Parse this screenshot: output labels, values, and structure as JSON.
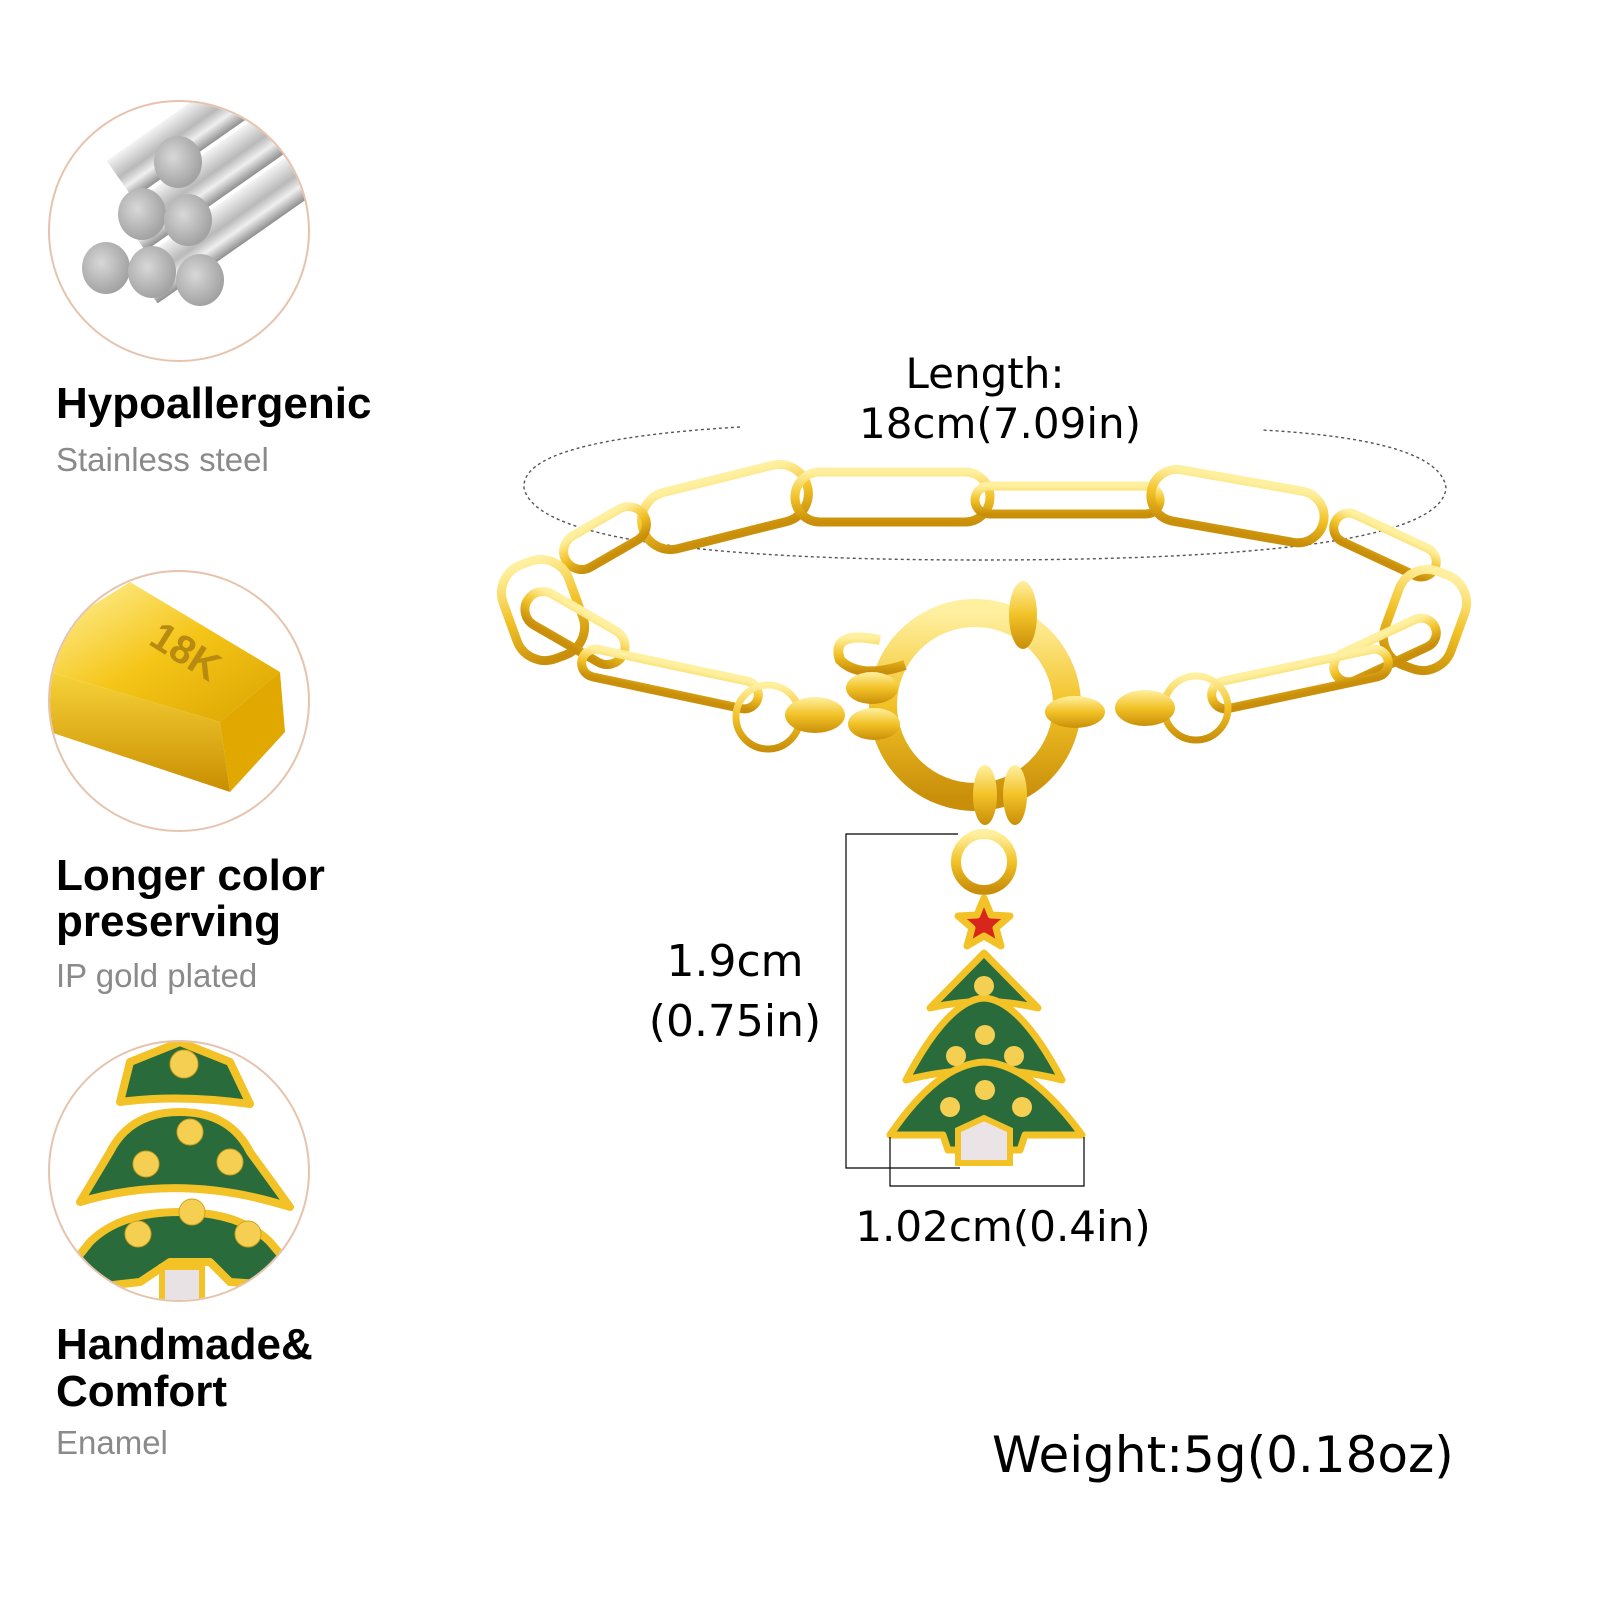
{
  "features": [
    {
      "title": "Hypoallergenic",
      "subtitle": "Stainless steel",
      "icon": "steel-rods-icon"
    },
    {
      "title_line1": "Longer color",
      "title_line2": "preserving",
      "subtitle": "IP gold plated",
      "icon": "gold-bar-icon",
      "bar_label": "18K"
    },
    {
      "title_line1": "Handmade&",
      "title_line2": "Comfort",
      "subtitle": "Enamel",
      "icon": "christmas-tree-icon"
    }
  ],
  "dimensions": {
    "length_label": "Length:",
    "length_value": "18cm(7.09in)",
    "pendant_height_cm": "1.9cm",
    "pendant_height_in": "(0.75in)",
    "pendant_width": "1.02cm(0.4in)",
    "weight": "Weight:5g(0.18oz)"
  },
  "colors": {
    "gold": "#f2c227",
    "gold_dark": "#c9920c",
    "tree_green": "#2a6b3c",
    "star_red": "#d9261c",
    "circle_border": "#e6c3ad",
    "subtitle_gray": "#8a8a8a"
  }
}
